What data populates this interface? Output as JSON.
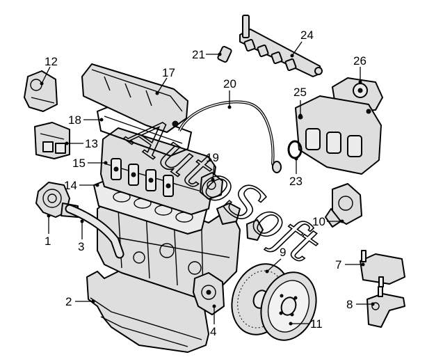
{
  "diagram": {
    "watermark": "AutoSoft",
    "callouts": [
      {
        "id": "1",
        "text": "1"
      },
      {
        "id": "2",
        "text": "2"
      },
      {
        "id": "3",
        "text": "3"
      },
      {
        "id": "4",
        "text": "4"
      },
      {
        "id": "7",
        "text": "7"
      },
      {
        "id": "8",
        "text": "8"
      },
      {
        "id": "9",
        "text": "9"
      },
      {
        "id": "10",
        "text": "10"
      },
      {
        "id": "11",
        "text": "11"
      },
      {
        "id": "12",
        "text": "12"
      },
      {
        "id": "13",
        "text": "13"
      },
      {
        "id": "14",
        "text": "14"
      },
      {
        "id": "15",
        "text": "15"
      },
      {
        "id": "17",
        "text": "17"
      },
      {
        "id": "18",
        "text": "18"
      },
      {
        "id": "19",
        "text": "19"
      },
      {
        "id": "20",
        "text": "20"
      },
      {
        "id": "21",
        "text": "21"
      },
      {
        "id": "23",
        "text": "23"
      },
      {
        "id": "24",
        "text": "24"
      },
      {
        "id": "25",
        "text": "25"
      },
      {
        "id": "26",
        "text": "26"
      }
    ]
  }
}
